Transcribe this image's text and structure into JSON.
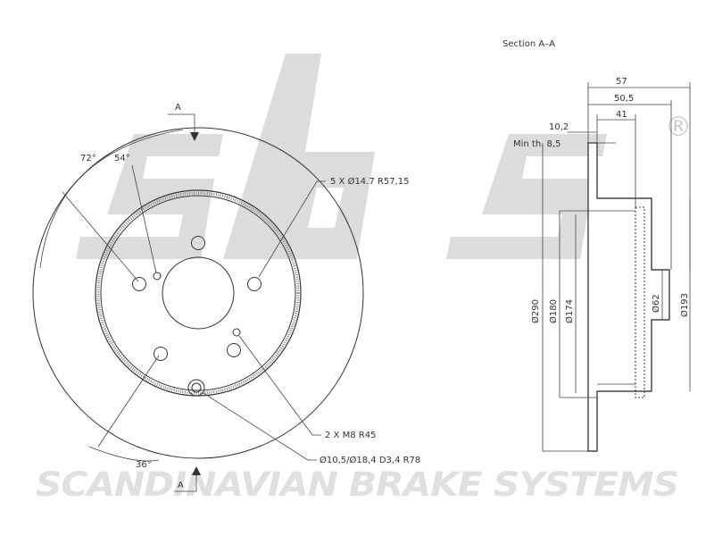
{
  "brand": {
    "logo_text": "sbs",
    "registered_mark": "®",
    "tagline": "SCANDINAVIAN BRAKE SYSTEMS"
  },
  "section_title": "Section A–A",
  "front_view": {
    "section_marker_top": "A",
    "section_marker_bottom": "A",
    "angle_1": "72°",
    "angle_2": "54°",
    "angle_3": "36°",
    "callout_holes": "5 X Ø14.7   R57,15",
    "callout_threads": "2 X M8   R45",
    "callout_pin": "Ø10,5/Ø18,4  D3,4   R78"
  },
  "section_view": {
    "dim_overall_height": "57",
    "dim_hat_outer": "50,5",
    "dim_hat_inner": "41",
    "dim_thickness": "10,2",
    "dim_min_thickness": "Min th. 8,5",
    "dia_outer": "Ø290",
    "dia_friction_inner": "Ø180",
    "dia_hat": "Ø174",
    "dia_center_bore": "Ø62",
    "dia_hat_outer": "Ø193"
  }
}
